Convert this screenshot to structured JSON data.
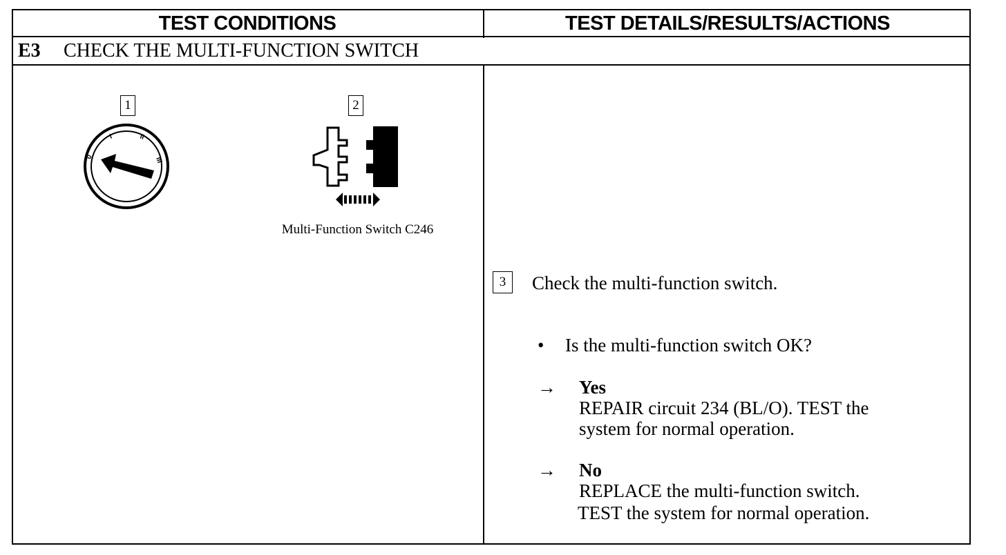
{
  "header": {
    "left_title": "TEST CONDITIONS",
    "right_title": "TEST DETAILS/RESULTS/ACTIONS"
  },
  "step": {
    "number": "E3",
    "title": "CHECK THE MULTI-FUNCTION SWITCH"
  },
  "conditions": {
    "figure1_number": "1",
    "figure2_number": "2",
    "figure2_caption": "Multi-Function Switch C246",
    "icons": [
      "ignition-switch-icon",
      "connector-disconnect-icon"
    ]
  },
  "details": {
    "step_number": "3",
    "instruction": "Check the multi-function switch.",
    "bullet_symbol": "•",
    "question": "Is the multi-function switch OK?",
    "arrow_symbol": "→",
    "yes": {
      "label": "Yes",
      "line1": "REPAIR circuit 234 (BL/O). TEST the",
      "line2": "system for normal operation."
    },
    "no": {
      "label": "No",
      "line1": "REPLACE the multi-function switch.",
      "line2": "TEST the system for normal operation."
    }
  }
}
